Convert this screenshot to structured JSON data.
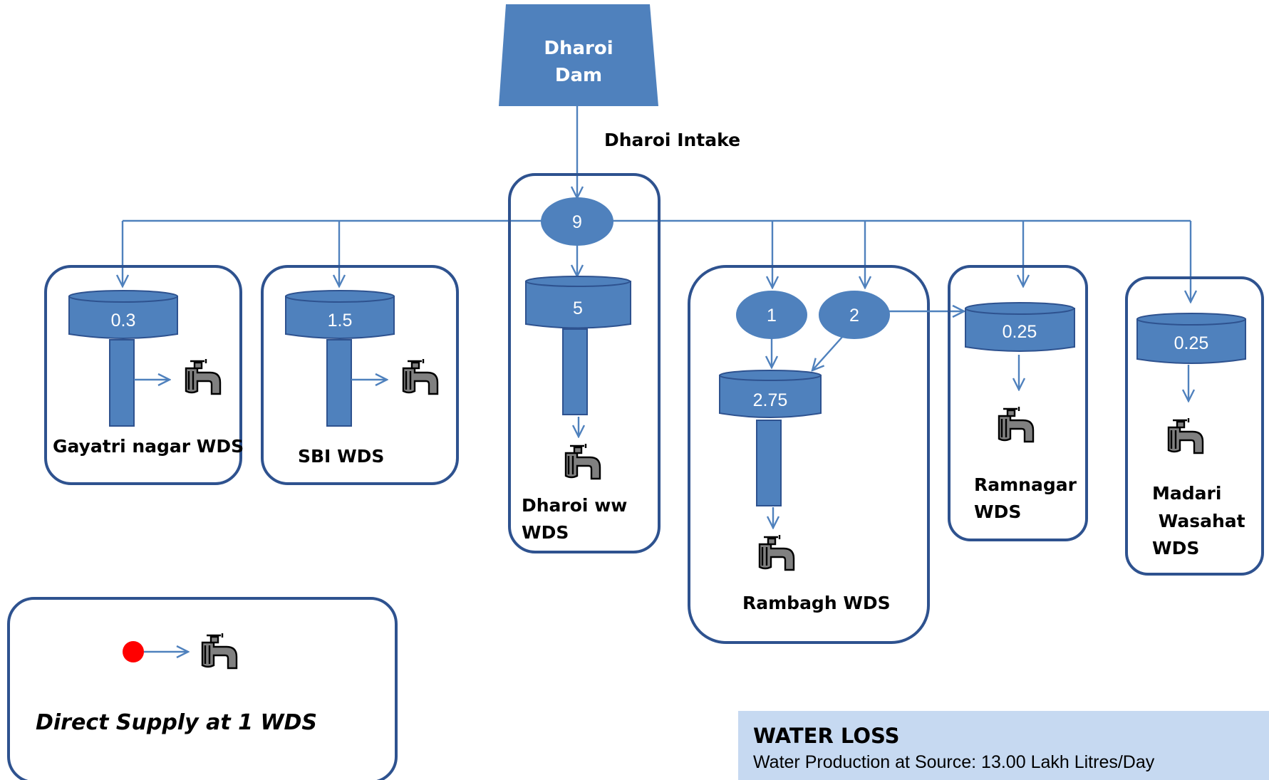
{
  "source": {
    "dam_line1": "Dharoi",
    "dam_line2": "Dam",
    "intake_label": "Dharoi Intake",
    "main_node_value": "9"
  },
  "zones": [
    {
      "key": "gayatri",
      "name_lines": [
        "Gayatri nagar WDS"
      ],
      "tank_value": "0.3"
    },
    {
      "key": "sbi",
      "name_lines": [
        "SBI WDS"
      ],
      "tank_value": "1.5"
    },
    {
      "key": "dharoi_ww",
      "name_lines": [
        "Dharoi ww",
        "WDS"
      ],
      "tank_value": "5"
    },
    {
      "key": "rambagh",
      "name_lines": [
        "Rambagh WDS"
      ],
      "tank_value": "2.75",
      "node_values": [
        "1",
        "2"
      ]
    },
    {
      "key": "ramnagar",
      "name_lines": [
        "Ramnagar",
        "WDS"
      ],
      "tank_value": "0.25"
    },
    {
      "key": "madari",
      "name_lines": [
        "Madari",
        " Wasahat",
        "WDS"
      ],
      "tank_value": "0.25"
    }
  ],
  "legend": {
    "text": "Direct Supply at 1 WDS",
    "dot_color": "#ff0000"
  },
  "water_loss": {
    "title": "WATER LOSS",
    "line1": "Water Production at Source: 13.00 Lakh Litres/Day"
  },
  "colors": {
    "pipe": "#4f81bd",
    "tank": "#4f81bd",
    "box_border": "#2e528f",
    "panel_bg": "#c6d9f1"
  },
  "icons": {
    "tap": "water-tap-icon",
    "arrow": "arrow-head-icon"
  }
}
